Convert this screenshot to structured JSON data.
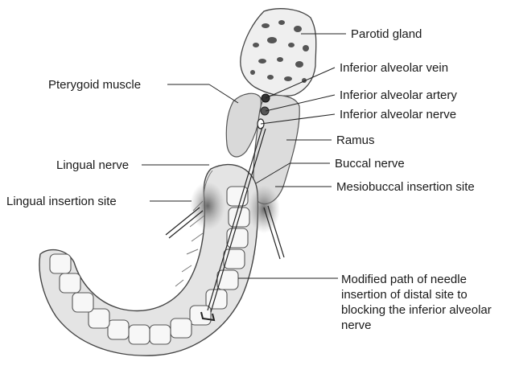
{
  "labels": {
    "parotid_gland": "Parotid gland",
    "inferior_alveolar_vein": "Inferior alveolar vein",
    "pterygoid_muscle": "Pterygoid muscle",
    "inferior_alveolar_artery": "Inferior alveolar artery",
    "inferior_alveolar_nerve": "Inferior alveolar nerve",
    "ramus": "Ramus",
    "lingual_nerve": "Lingual nerve",
    "buccal_nerve": "Buccal nerve",
    "lingual_insertion_site": "Lingual insertion site",
    "mesiobuccal_insertion_site": "Mesiobuccal insertion site",
    "modified_path": "Modified path of needle insertion of distal site to blocking the inferior alveolar nerve"
  },
  "colors": {
    "line": "#222222",
    "sketch": "#555555",
    "tissue": "#d9d9d9",
    "vessel": "#3a3a3a",
    "shade": "#6b6b6b"
  }
}
